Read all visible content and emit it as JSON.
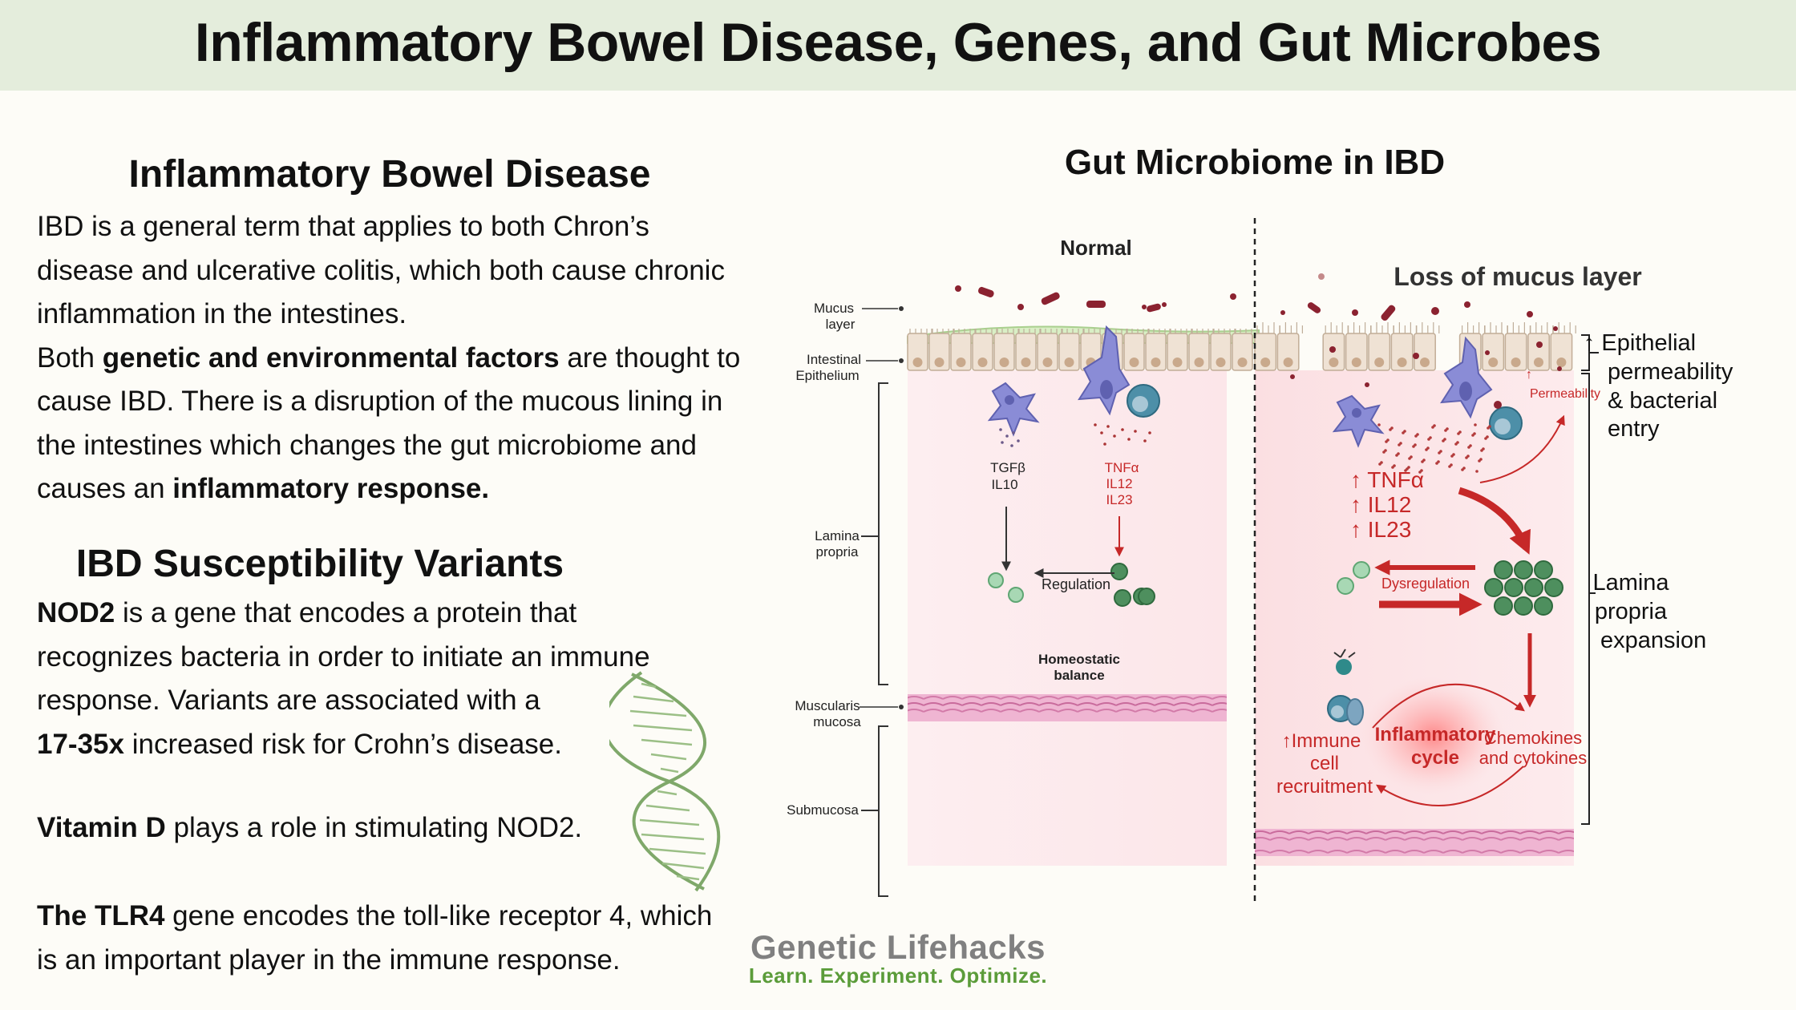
{
  "title": "Inflammatory Bowel Disease, Genes, and Gut Microbes",
  "left": {
    "ibd_heading": "Inflammatory Bowel Disease",
    "ibd_lines": [
      [
        {
          "t": "IBD is a general term that applies to both Chron’s",
          "b": false
        }
      ],
      [
        {
          "t": "disease and ulcerative colitis, which both cause chronic",
          "b": false
        }
      ],
      [
        {
          "t": "inflammation in the intestines.",
          "b": false
        }
      ],
      [
        {
          "t": "Both ",
          "b": false
        },
        {
          "t": "genetic and environmental factors",
          "b": true
        },
        {
          "t": " are thought to",
          "b": false
        }
      ],
      [
        {
          "t": "cause IBD. There is a disruption of the mucous lining in",
          "b": false
        }
      ],
      [
        {
          "t": "the intestines which changes the gut microbiome and",
          "b": false
        }
      ],
      [
        {
          "t": "causes an ",
          "b": false
        },
        {
          "t": "inflammatory response.",
          "b": true
        }
      ]
    ],
    "variants_heading": "IBD Susceptibility Variants",
    "nod2_lines": [
      [
        {
          "t": "NOD2",
          "b": true
        },
        {
          "t": " is a gene that encodes a protein that",
          "b": false
        }
      ],
      [
        {
          "t": "recognizes bacteria in order to initiate an immune",
          "b": false
        }
      ],
      [
        {
          "t": "response. Variants are associated with a",
          "b": false
        }
      ],
      [
        {
          "t": "17-35x",
          "b": true
        },
        {
          "t": " increased risk for Crohn’s disease.",
          "b": false
        }
      ]
    ],
    "vitd_lines": [
      [
        {
          "t": "Vitamin D",
          "b": true
        },
        {
          "t": " plays a role in stimulating NOD2.",
          "b": false
        }
      ]
    ],
    "tlr4_lines": [
      [
        {
          "t": "The TLR4",
          "b": true
        },
        {
          "t": " gene encodes the toll-like receptor 4, which",
          "b": false
        }
      ],
      [
        {
          "t": "is an important player in the immune response.",
          "b": false
        }
      ]
    ]
  },
  "diagram": {
    "heading": "Gut Microbiome in IBD",
    "normal_label": "Normal",
    "loss_label": "Loss of mucus layer",
    "layers": {
      "mucus": [
        "Mucus",
        "layer"
      ],
      "epithelium": [
        "Intestinal",
        "Epithelium"
      ],
      "lamina": [
        "Lamina",
        "propria"
      ],
      "muscularis": [
        "Muscularis",
        "mucosa"
      ],
      "submucosa": "Submucosa"
    },
    "normal_cytokines_left": [
      "TGFβ",
      "IL10"
    ],
    "normal_cytokines_right": [
      "TNFα",
      "IL12",
      "IL23"
    ],
    "regulation": "Regulation",
    "homeostatic": [
      "Homeostatic",
      "balance"
    ],
    "ibd_cytokines": [
      "↑ TNFα",
      "↑ IL12",
      "↑ IL23"
    ],
    "permeability": [
      "↑",
      "Permeability"
    ],
    "dysregulation": "Dysregulation",
    "immune": [
      "↑Immune",
      "cell",
      "recruitment"
    ],
    "cycle": [
      "Inflammatory",
      "cycle"
    ],
    "chemokines": [
      "Chemokines",
      "and cytokines"
    ],
    "side_permeability": [
      "↑ Epithelial",
      "permeability",
      "& bacterial",
      "entry"
    ],
    "side_expansion": [
      "Lamina",
      "propria",
      "expansion"
    ]
  },
  "brand": {
    "name": "Genetic Lifehacks",
    "tagline": "Learn. Experiment. Optimize."
  },
  "colors": {
    "title_bg": "#e4eddc",
    "inflammation": "#c62828",
    "tissue_pink": "#fbe5e7",
    "mucus_green": "#d9efc5",
    "brand_green": "#5b9c3a"
  }
}
